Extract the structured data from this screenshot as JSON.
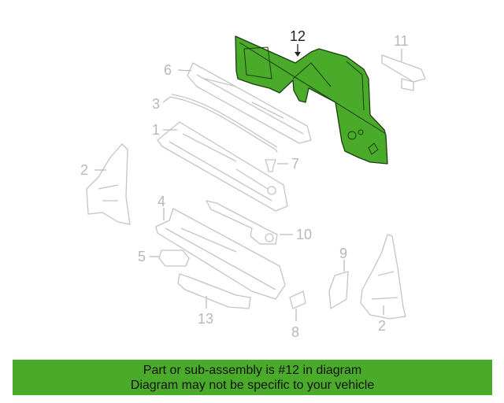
{
  "diagram": {
    "highlighted_part": "12",
    "labels": {
      "p12": "12",
      "p11": "11",
      "p6": "6",
      "p3": "3",
      "p1": "1",
      "p7": "7",
      "p2a": "2",
      "p4": "4",
      "p10": "10",
      "p5": "5",
      "p9": "9",
      "p13": "13",
      "p8": "8",
      "p2b": "2"
    },
    "highlight_color": "#4aaa2a"
  },
  "banner": {
    "line1": "Part or sub-assembly is #12 in diagram",
    "line2": "Diagram may not be specific to your vehicle"
  }
}
